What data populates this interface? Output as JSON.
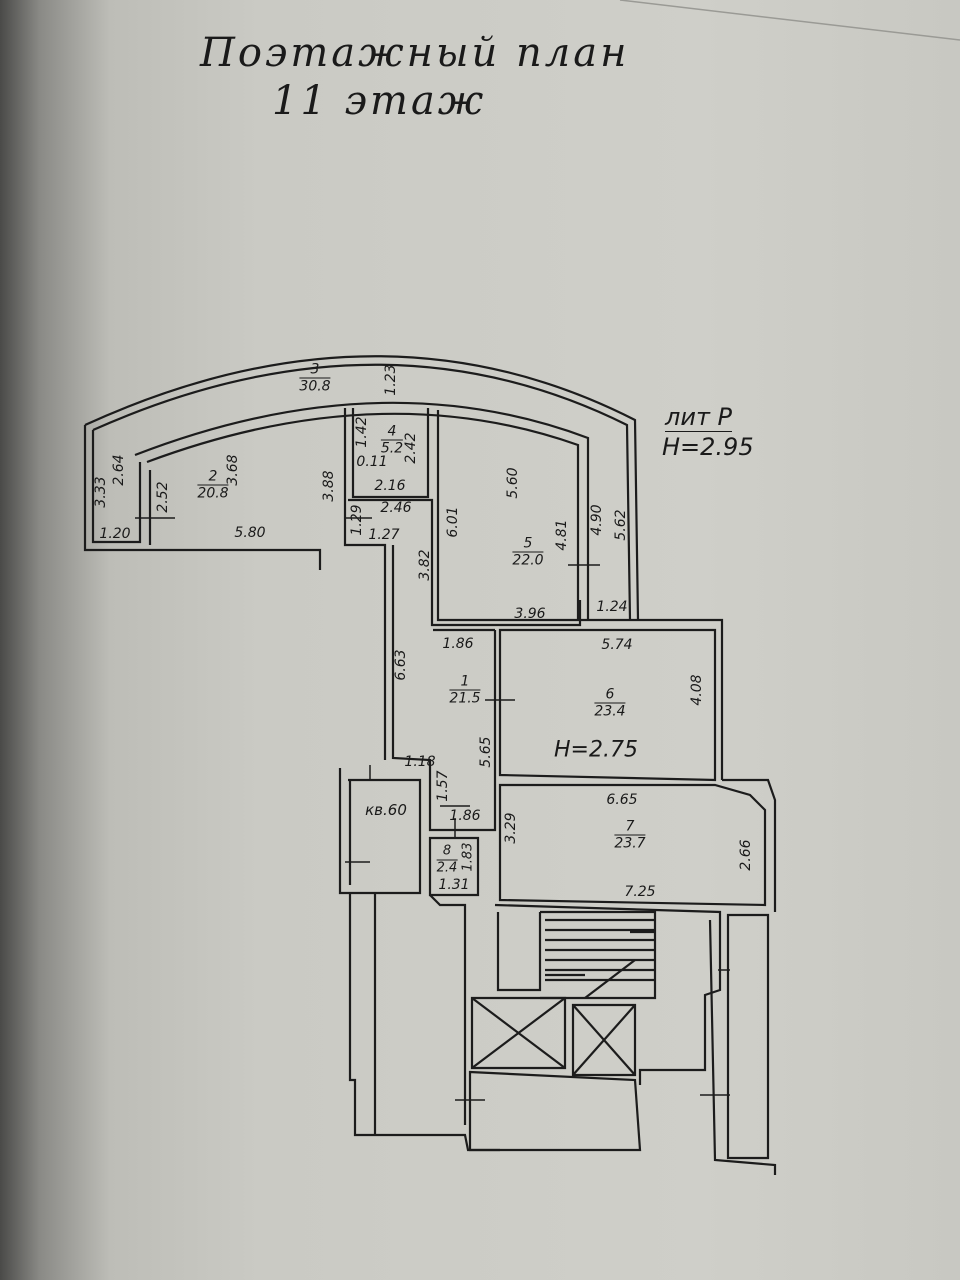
{
  "header": {
    "title": "Поэтажный план",
    "floor": "11 этаж"
  },
  "building": {
    "letter": "лит Р",
    "height": "Н=2.95"
  },
  "room_height_6": "Н=2.75",
  "apartment_label": "кв.60",
  "rooms": [
    {
      "number": "1",
      "area": "21.5"
    },
    {
      "number": "2",
      "area": "20.8"
    },
    {
      "number": "3",
      "area": "30.8"
    },
    {
      "number": "4",
      "area": "5.2"
    },
    {
      "number": "5",
      "area": "22.0"
    },
    {
      "number": "6",
      "area": "23.4"
    },
    {
      "number": "7",
      "area": "23.7"
    },
    {
      "number": "8",
      "area": "2.4"
    }
  ],
  "dimensions": [
    "3.33",
    "2.64",
    "2.52",
    "1.20",
    "3.68",
    "5.80",
    "3.88",
    "1.23",
    "1.42",
    "0.11",
    "2.42",
    "2.16",
    "2.46",
    "1.29",
    "1.27",
    "6.01",
    "5.60",
    "4.81",
    "4.90",
    "5.62",
    "3.82",
    "3.96",
    "1.24",
    "1.86",
    "5.74",
    "6.63",
    "4.08",
    "5.65",
    "1.18",
    "1.57",
    "1.86",
    "6.65",
    "3.29",
    "2.66",
    "1.83",
    "1.31",
    "7.25"
  ]
}
